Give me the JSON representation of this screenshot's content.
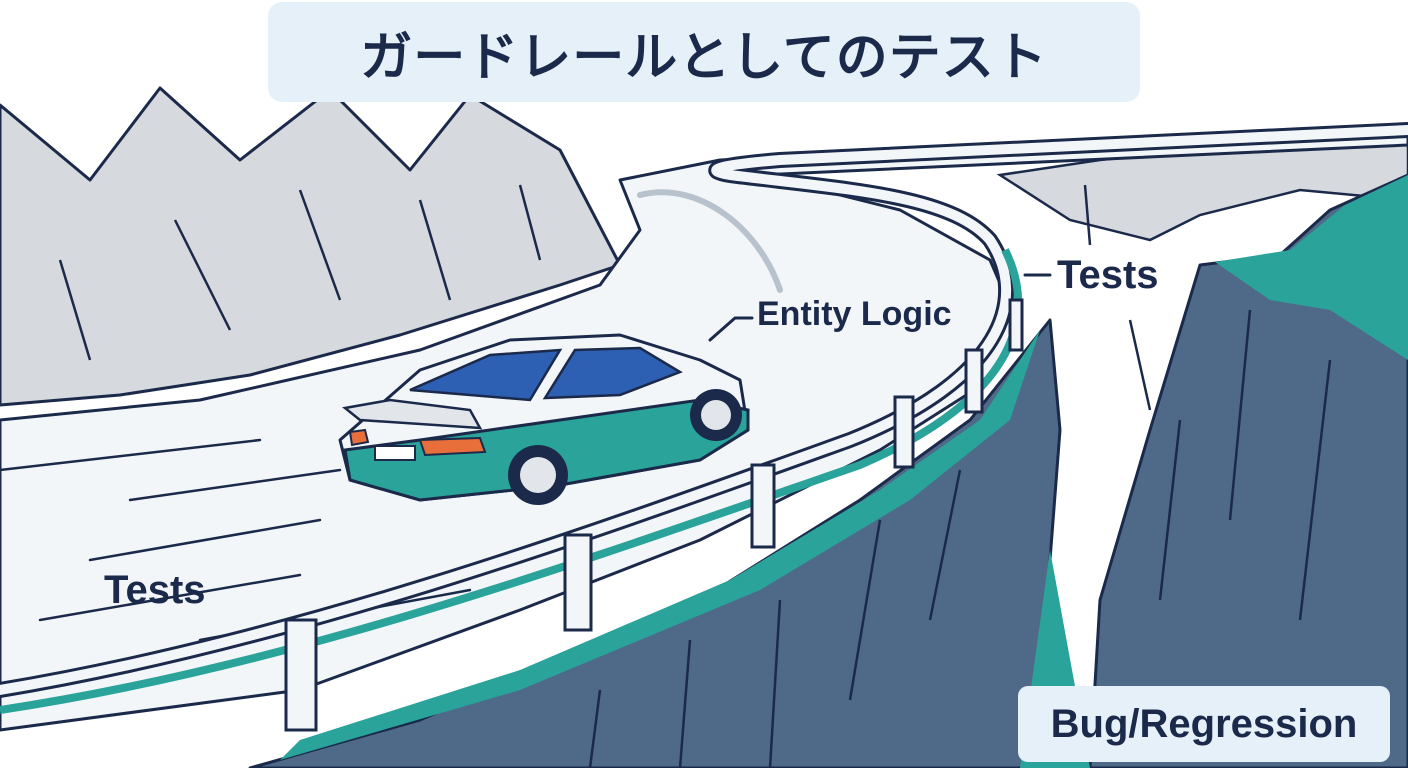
{
  "title": "ガードレールとしてのテスト",
  "labels": {
    "entity_logic": "Entity Logic",
    "tests_right": "Tests",
    "tests_left": "Tests",
    "bug_regression": "Bug/Regression"
  },
  "colors": {
    "navy": "#1b2a4a",
    "teal": "#2aa39a",
    "cliff": "#4e6a88",
    "rock": "#d6d9de",
    "car_blue": "#2d5fb3",
    "label_bg": "#e6f0f8"
  }
}
